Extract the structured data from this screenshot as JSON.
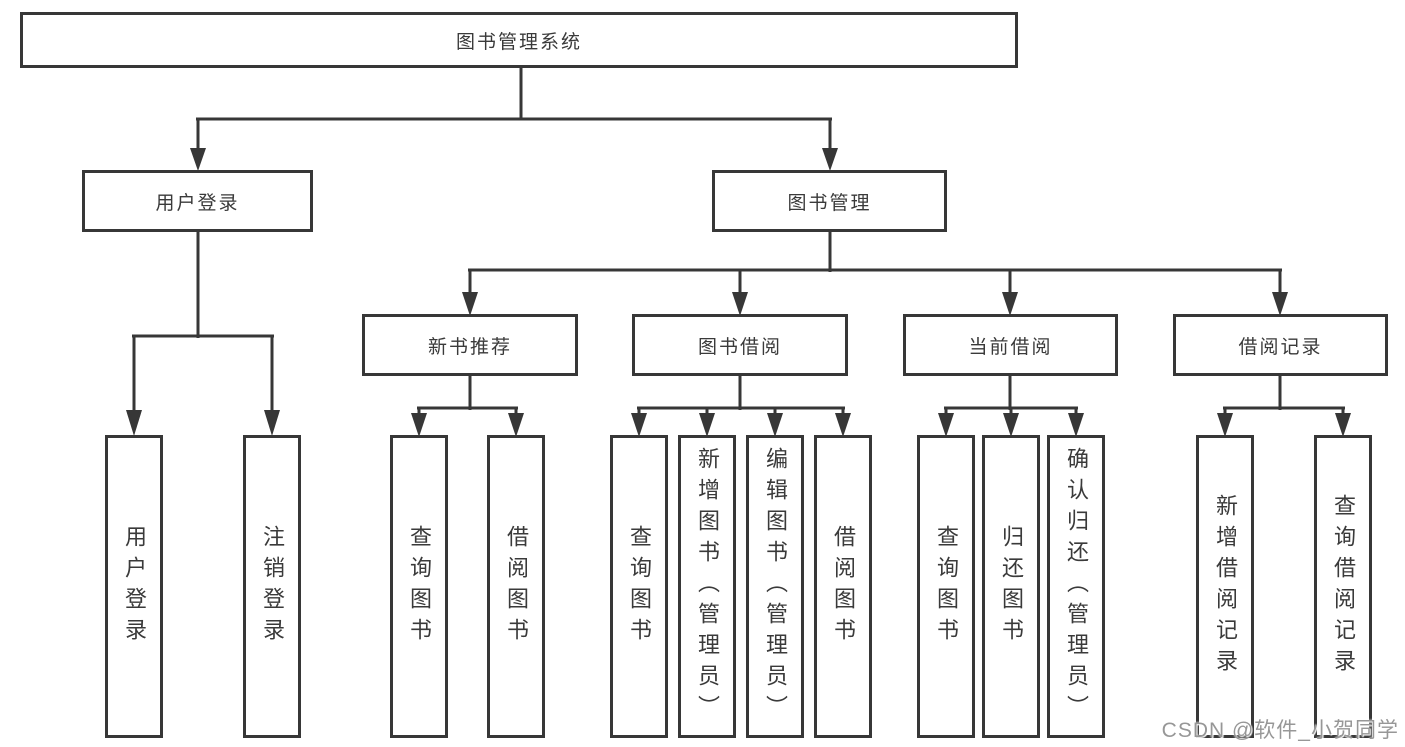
{
  "diagram": {
    "nodes": {
      "root": "图书管理系统",
      "user_login": "用户登录",
      "book_mgmt": "图书管理",
      "new_book_rec": "新书推荐",
      "book_borrow": "图书借阅",
      "current_borrow": "当前借阅",
      "borrow_records": "借阅记录",
      "user_login_children": [
        "用户登录",
        "注销登录"
      ],
      "new_book_rec_children": [
        "查询图书",
        "借阅图书"
      ],
      "book_borrow_children": [
        "查询图书",
        "新增图书（管理员）",
        "编辑图书（管理员）",
        "借阅图书"
      ],
      "current_borrow_children": [
        "查询图书",
        "归还图书",
        "确认归还（管理员）"
      ],
      "borrow_records_children": [
        "新增借阅记录",
        "查询借阅记录"
      ]
    },
    "watermark": "CSDN @软件_小贺同学",
    "colors": {
      "line": "#373737",
      "text": "#3a3a3a",
      "watermark": "#979797",
      "background": "#ffffff"
    }
  }
}
